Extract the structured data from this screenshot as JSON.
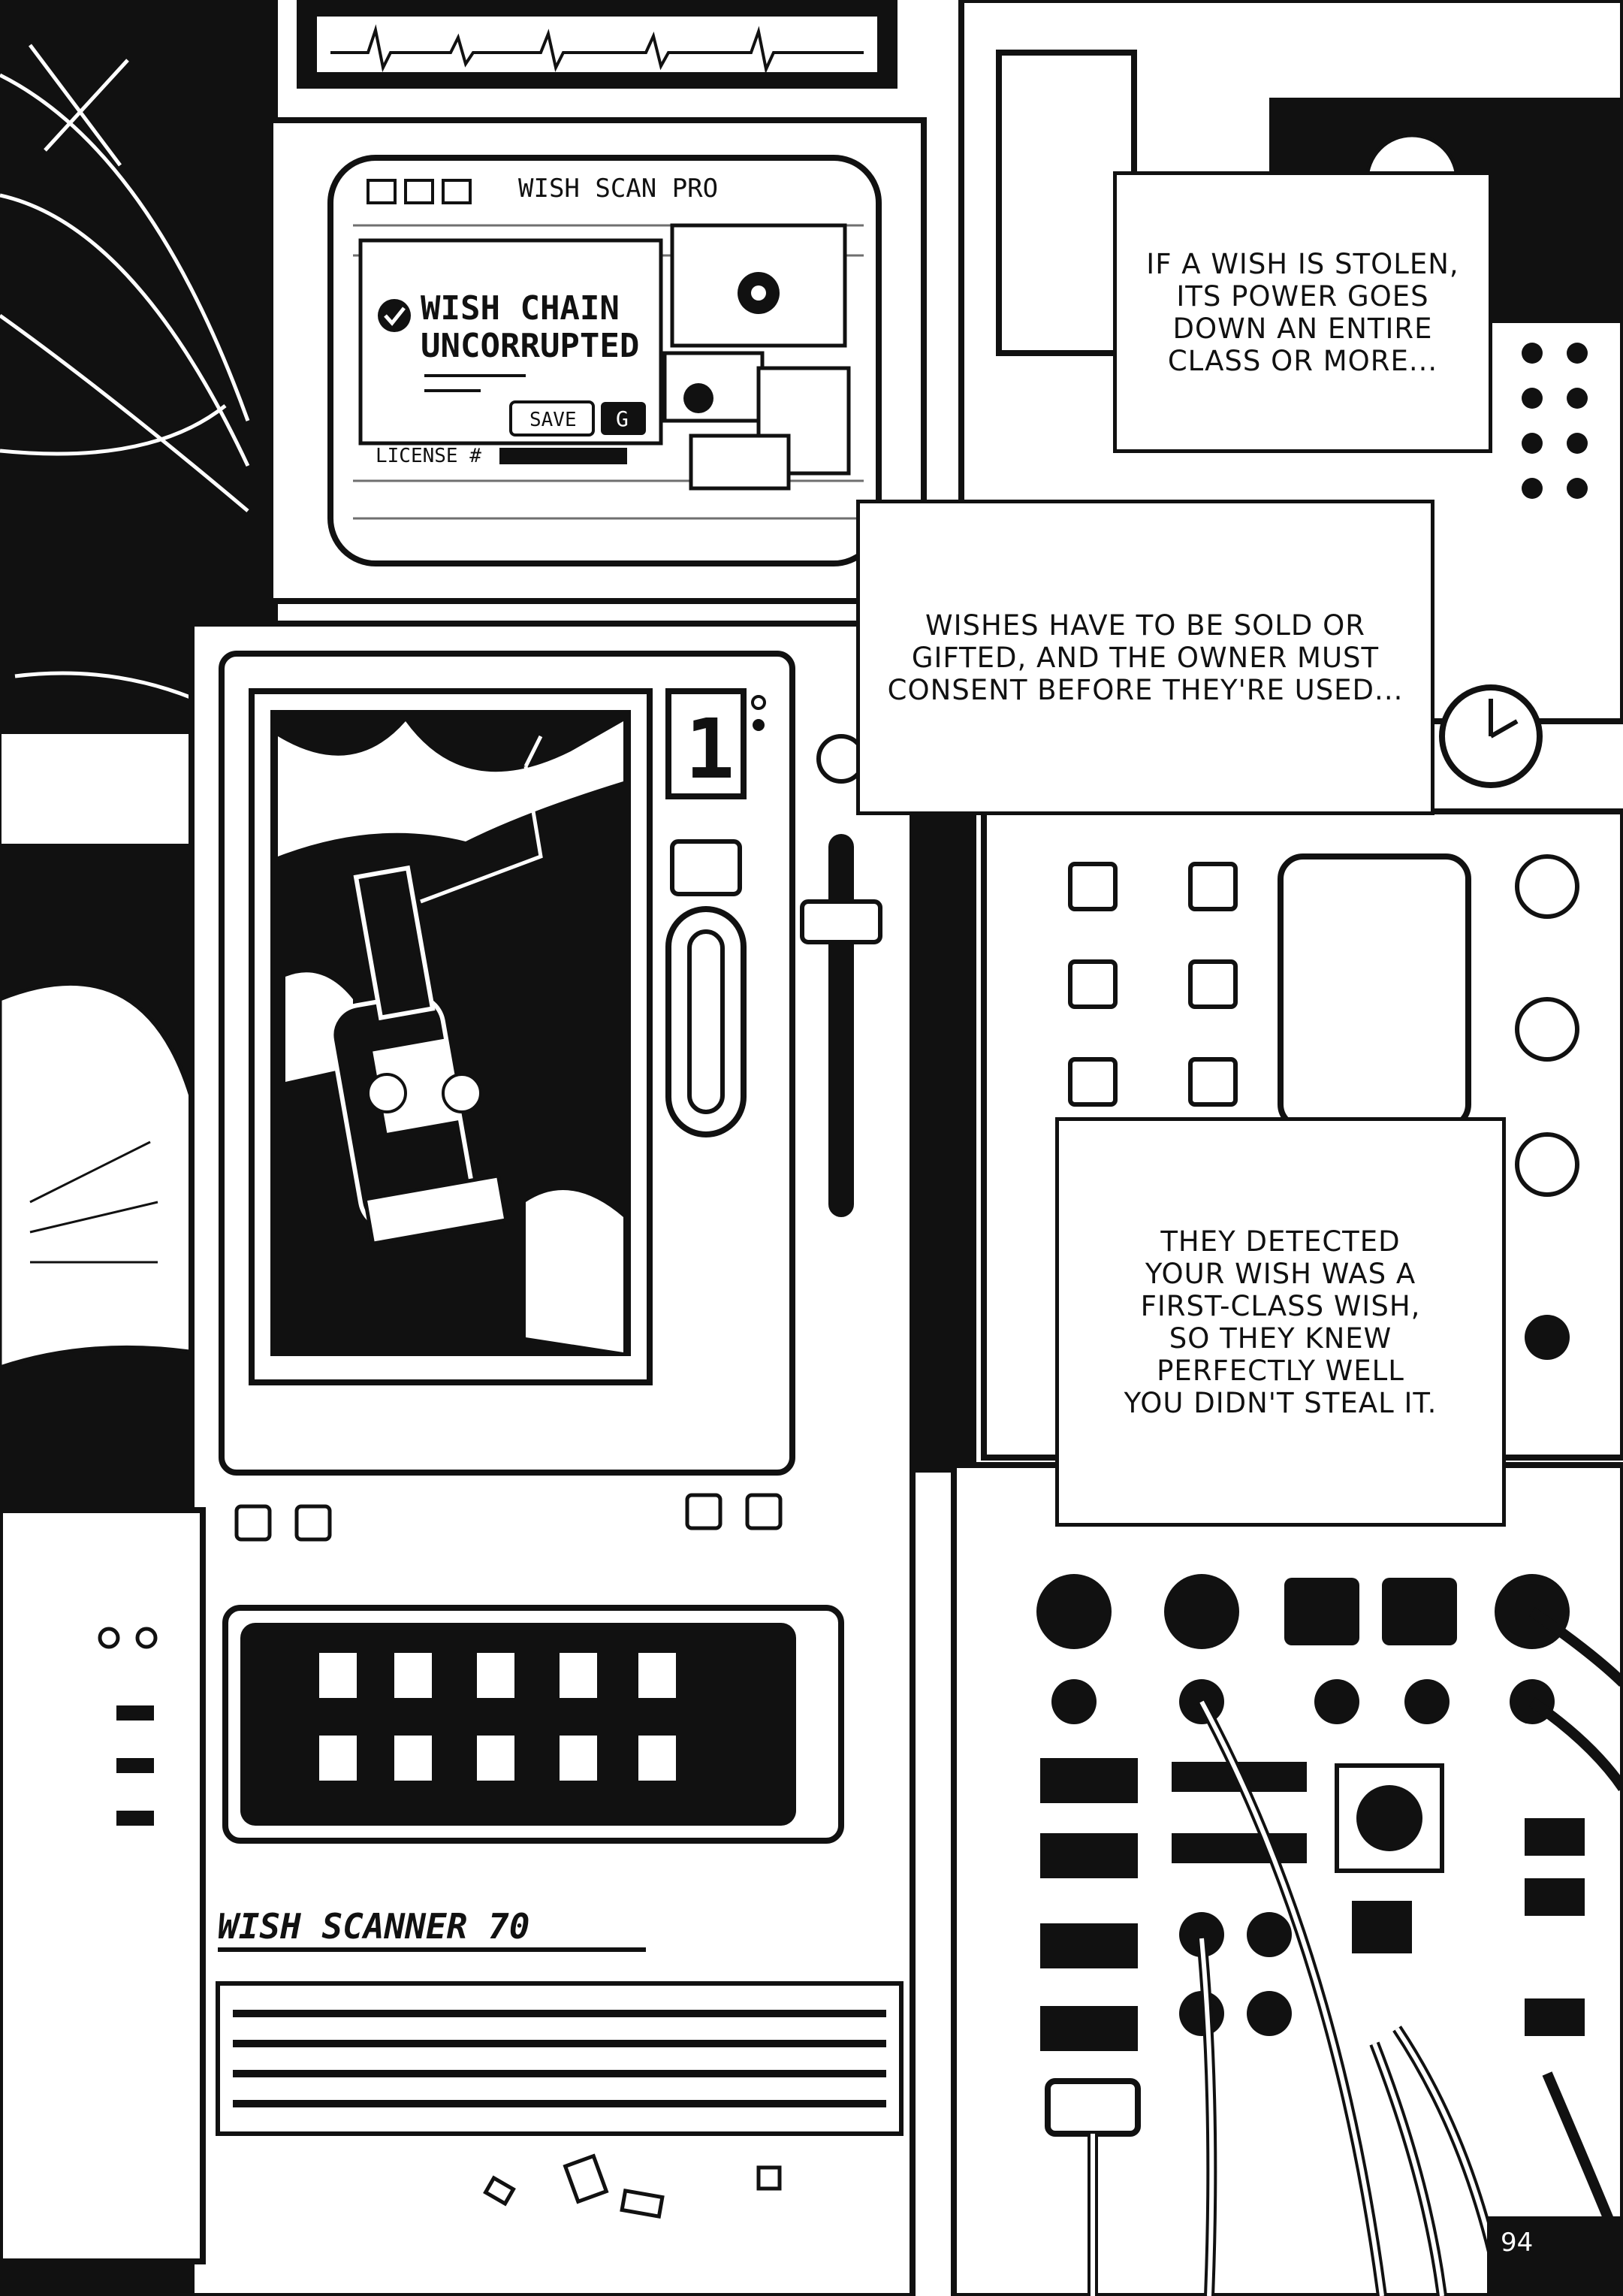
{
  "monitor": {
    "app_title": "WISH SCAN PRO",
    "status_line1": "WISH CHAIN",
    "status_line2": "UNCORRUPTED",
    "save_button": "SAVE",
    "g_button": "G",
    "license_label": "LICENSE #"
  },
  "machine": {
    "number_display": "1",
    "brand_label": "WISH SCANNER 70"
  },
  "captions": {
    "caption1": "IF A WISH IS STOLEN,\nITS POWER GOES\nDOWN AN ENTIRE\nCLASS OR MORE...",
    "caption2": "WISHES HAVE TO BE SOLD OR\nGIFTED, AND THE OWNER MUST\nCONSENT BEFORE THEY'RE USED...",
    "caption3": "THEY DETECTED\nYOUR WISH WAS A\nFIRST-CLASS WISH,\nSO THEY KNEW\nPERFECTLY WELL\nYOU DIDN'T STEAL IT."
  },
  "page_number": "94",
  "colors": {
    "ink": "#111111",
    "paper": "#ffffff"
  }
}
